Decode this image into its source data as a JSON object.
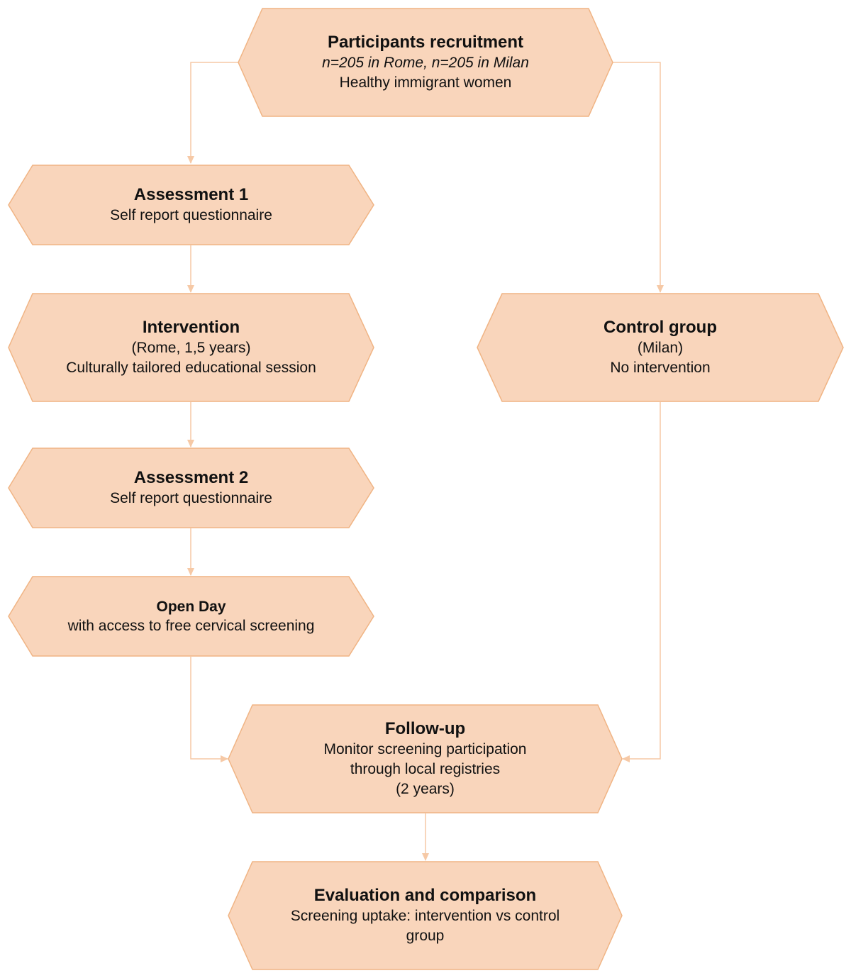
{
  "colors": {
    "node_fill": "#f9d5bb",
    "node_stroke": "#f0b484",
    "connector": "#f6c9a6"
  },
  "nodes": {
    "recruitment": {
      "title": "Participants recruitment",
      "line1": "n=205 in Rome, n=205 in Milan",
      "line2": "Healthy immigrant  women"
    },
    "assessment1": {
      "title": "Assessment 1",
      "line1": "Self report questionnaire"
    },
    "intervention": {
      "title": "Intervention",
      "line1": "(Rome, 1,5 years)",
      "line2": "Culturally tailored educational session"
    },
    "control": {
      "title": "Control group",
      "line1": "(Milan)",
      "line2": "No intervention"
    },
    "assessment2": {
      "title": "Assessment 2",
      "line1": "Self report questionnaire"
    },
    "openday": {
      "title": "Open Day",
      "line1": "with access to free cervical screening"
    },
    "followup": {
      "title": "Follow-up",
      "line1": "Monitor screening participation",
      "line2": "through local registries",
      "line3": "(2 years)"
    },
    "evaluation": {
      "title": "Evaluation and comparison",
      "line1": "Screening uptake: intervention vs control",
      "line2": "group"
    }
  }
}
